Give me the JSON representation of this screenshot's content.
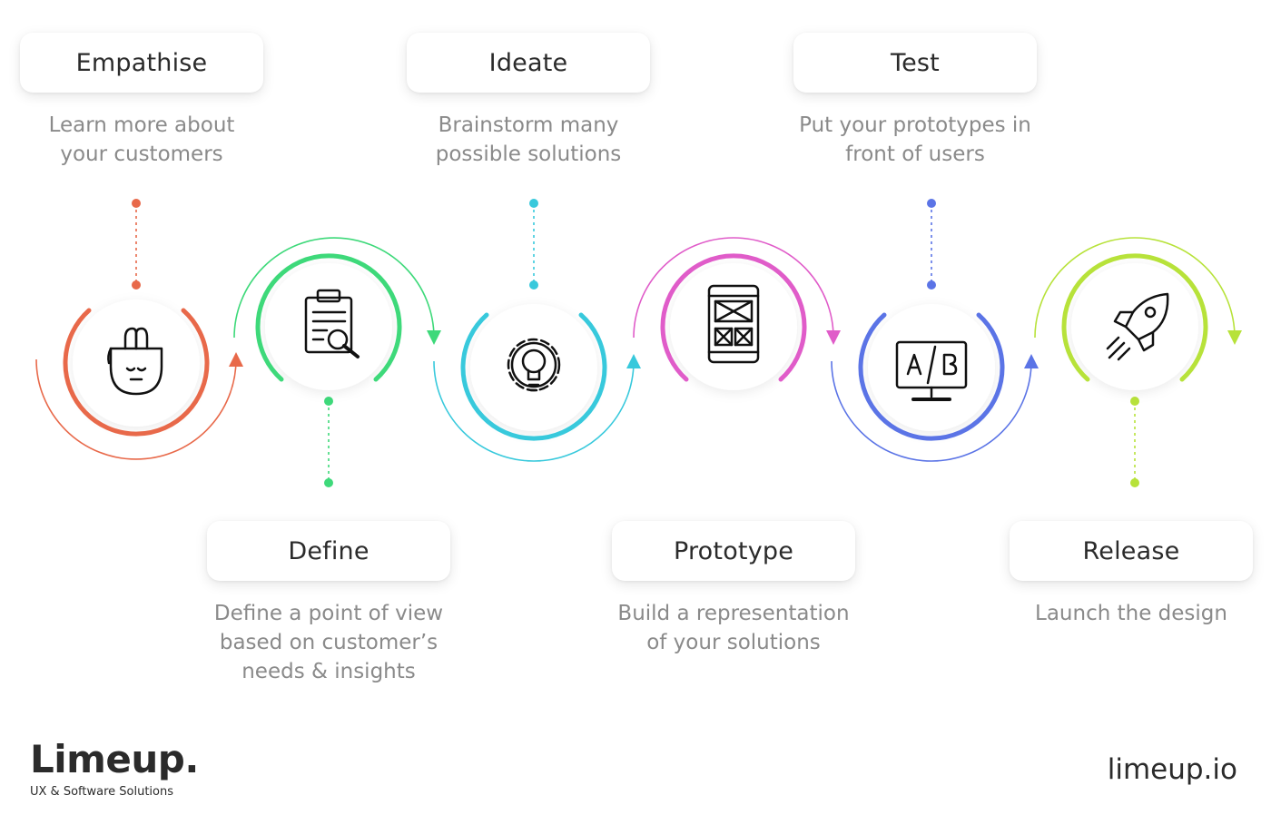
{
  "stages": [
    {
      "id": "empathise",
      "title": "Empathise",
      "desc_lines": [
        "Learn more about",
        "your customers"
      ],
      "color": "#e8694a",
      "icon": "head-icon"
    },
    {
      "id": "define",
      "title": "Define",
      "desc_lines": [
        "Define a point of view",
        "based on customer’s",
        "needs & insights"
      ],
      "color": "#3ed97a",
      "icon": "clipboard-search-icon"
    },
    {
      "id": "ideate",
      "title": "Ideate",
      "desc_lines": [
        "Brainstorm many",
        "possible solutions"
      ],
      "color": "#38c9dc",
      "icon": "gear-bulb-icon"
    },
    {
      "id": "prototype",
      "title": "Prototype",
      "desc_lines": [
        "Build a representation",
        "of your solutions"
      ],
      "color": "#e05cc9",
      "icon": "phone-wireframe-icon"
    },
    {
      "id": "test",
      "title": "Test",
      "desc_lines": [
        "Put your prototypes in",
        "front of users"
      ],
      "color": "#5b74e6",
      "icon": "ab-test-icon"
    },
    {
      "id": "release",
      "title": "Release",
      "desc_lines": [
        "Launch the design"
      ],
      "color": "#b7e23a",
      "icon": "rocket-icon"
    }
  ],
  "brand": {
    "logo": "Limeup.",
    "tagline": "UX & Software Solutions",
    "domain": "limeup.io"
  }
}
